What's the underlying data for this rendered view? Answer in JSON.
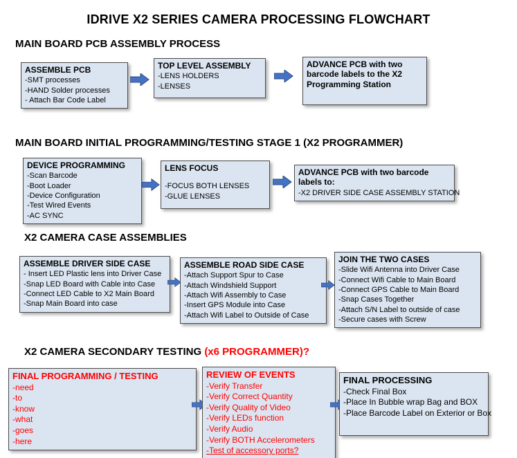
{
  "title": "IDRIVE X2  SERIES CAMERA PROCESSING FLOWCHART",
  "colors": {
    "box_fill": "#dbe5f1",
    "box_border": "#4a4a4a",
    "arrow_fill": "#4472c4",
    "accent_red": "#ff0000"
  },
  "sections": [
    {
      "heading": "MAIN BOARD PCB ASSEMBLY PROCESS",
      "boxes": [
        {
          "title": "ASSEMBLE PCB",
          "items": [
            "-SMT processes",
            "-HAND Solder processes",
            "- Attach Bar Code Label"
          ]
        },
        {
          "title": "TOP LEVEL ASSEMBLY",
          "items": [
            "-LENS HOLDERS",
            "-LENSES"
          ]
        },
        {
          "title": "ADVANCE PCB with two barcode labels to the X2 Programming Station",
          "items": []
        }
      ]
    },
    {
      "heading": "MAIN BOARD INITIAL PROGRAMMING/TESTING STAGE 1 (X2 PROGRAMMER)",
      "boxes": [
        {
          "title": "DEVICE PROGRAMMING",
          "items": [
            "-Scan Barcode",
            "-Boot Loader",
            "-Device Configuration",
            "-Test Wired Events",
            "-AC SYNC"
          ]
        },
        {
          "title": "LENS FOCUS",
          "items": [
            "-FOCUS BOTH LENSES",
            "-GLUE LENSES"
          ]
        },
        {
          "title": "ADVANCE PCB with two barcode labels to:",
          "items": [
            "-X2 DRIVER  SIDE  CASE  ASSEMBLY STATION"
          ]
        }
      ]
    },
    {
      "heading": "X2 CAMERA CASE ASSEMBLIES",
      "boxes": [
        {
          "title": "ASSEMBLE DRIVER SIDE CASE",
          "items": [
            "- Insert LED Plastic lens into Driver Case",
            "-Snap LED Board with Cable into Case",
            "-Connect LED Cable to X2 Main Board",
            "-Snap Main Board into case"
          ]
        },
        {
          "title": "ASSEMBLE ROAD SIDE CASE",
          "items": [
            "-Attach Support Spur to Case",
            "-Attach Windshield Support",
            "-Attach Wifi Assembly to Case",
            "-Insert GPS Module into Case",
            "-Attach Wifi Label to Outside of Case"
          ]
        },
        {
          "title": "JOIN THE TWO CASES",
          "items": [
            "-Slide Wifi Antenna into Driver Case",
            "-Connect Wifi Cable to Main Board",
            "-Connect GPS Cable to Main Board",
            "-Snap Cases Together",
            "-Attach S/N Label to outside of case",
            "-Secure cases with Screw"
          ]
        }
      ]
    },
    {
      "heading": "X2 CAMERA SECONDARY TESTING ",
      "heading_accent": " (x6 PROGRAMMER)?",
      "boxes": [
        {
          "title": "FINAL PROGRAMMING / TESTING",
          "items": [
            "-need",
            "-to",
            "-know",
            "-what",
            "-goes",
            "-here"
          ]
        },
        {
          "title": "REVIEW OF EVENTS",
          "items": [
            "-Verify Transfer",
            "-Verify Correct Quantity",
            "-Verify Quality of Video",
            "-Verify LEDs function",
            "-Verify Audio",
            "-Verify BOTH Accelerometers",
            "-Test of accessory ports?"
          ]
        },
        {
          "title": "FINAL PROCESSING",
          "items": [
            "-Check Final Box",
            "-Place In Bubble wrap Bag and BOX",
            "-Place Barcode Label on Exterior or Box"
          ]
        }
      ]
    }
  ]
}
